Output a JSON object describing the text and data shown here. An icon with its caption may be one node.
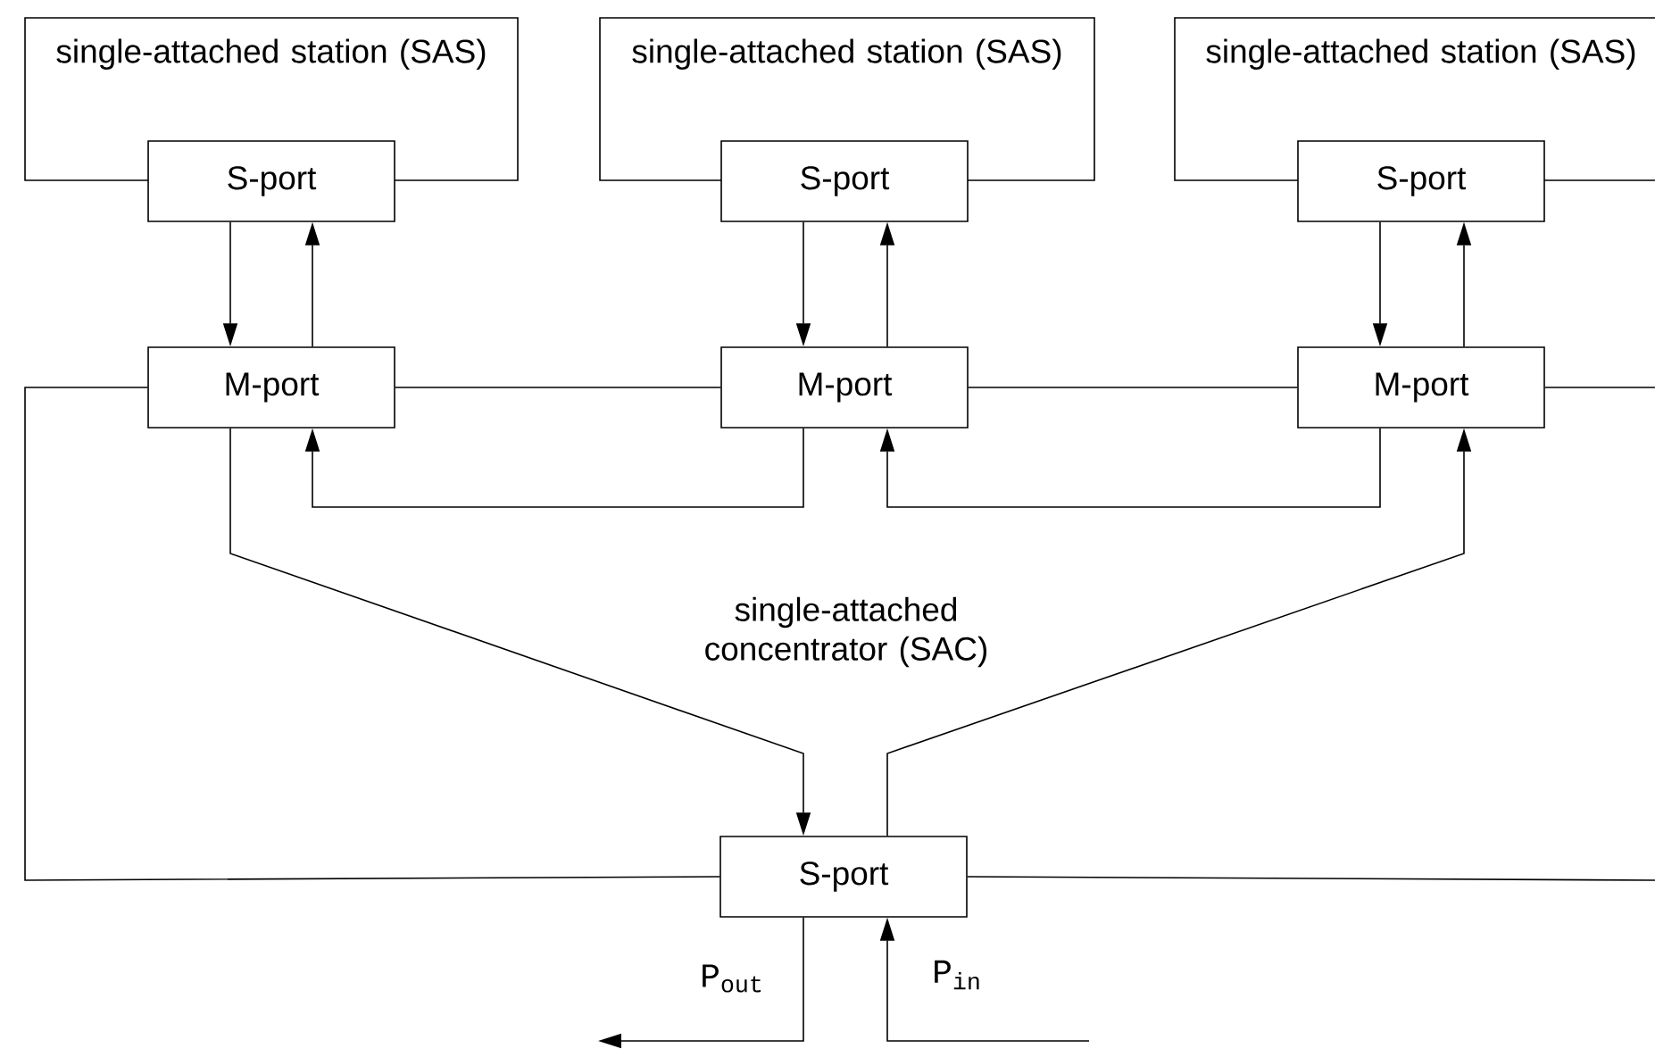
{
  "diagram": {
    "nodes": [
      {
        "text": [
          "single-attached station (SAS)"
        ]
      },
      {
        "text": [
          "S-port"
        ]
      },
      {
        "text": [
          "single-attached station (SAS)"
        ]
      },
      {
        "text": [
          "S-port"
        ]
      },
      {
        "text": [
          "single-attached station (SAS)"
        ]
      },
      {
        "text": [
          "S-port"
        ]
      },
      {
        "text": [
          "M-port"
        ]
      },
      {
        "text": [
          "M-port"
        ]
      },
      {
        "text": [
          "M-port"
        ]
      },
      {
        "text": [
          "S-port"
        ]
      }
    ],
    "edges": [
      {
        "from": 1,
        "to": 6,
        "arrow": "to"
      },
      {
        "from": 6,
        "to": 1,
        "arrow": "to"
      },
      {
        "from": 3,
        "to": 7,
        "arrow": "to"
      },
      {
        "from": 7,
        "to": 3,
        "arrow": "to"
      },
      {
        "from": 5,
        "to": 8,
        "arrow": "to"
      },
      {
        "from": 8,
        "to": 5,
        "arrow": "to"
      },
      {
        "from": 6,
        "to": 7,
        "arrow": "none"
      },
      {
        "from": 7,
        "to": 8,
        "arrow": "none"
      },
      {
        "from": 7,
        "to": 6,
        "arrow": "to"
      },
      {
        "from": 8,
        "to": 7,
        "arrow": "to"
      },
      {
        "from": 6,
        "to": 9,
        "arrow": "to"
      },
      {
        "from": 9,
        "to": 8,
        "arrow": "to"
      },
      {
        "from": 6,
        "to": 9,
        "arrow": "none"
      },
      {
        "from": 8,
        "to": null,
        "arrow": "none"
      },
      {
        "from": 9,
        "to": null,
        "arrow": "none"
      },
      {
        "from": 9,
        "to": null,
        "arrow": "to",
        "label": "P$_{out}$"
      },
      {
        "from": null,
        "to": 9,
        "arrow": "to",
        "label": "P$_{in}$"
      }
    ],
    "labels": [
      "single-attached concentrator (SAC)"
    ]
  }
}
